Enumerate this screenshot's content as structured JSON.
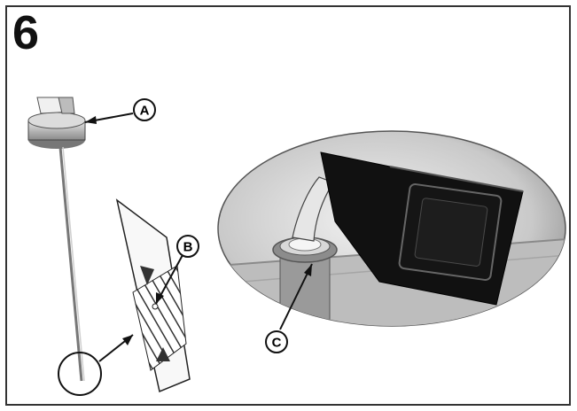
{
  "step": {
    "number": "6"
  },
  "callouts": {
    "a": "A",
    "b": "B",
    "c": "C"
  }
}
